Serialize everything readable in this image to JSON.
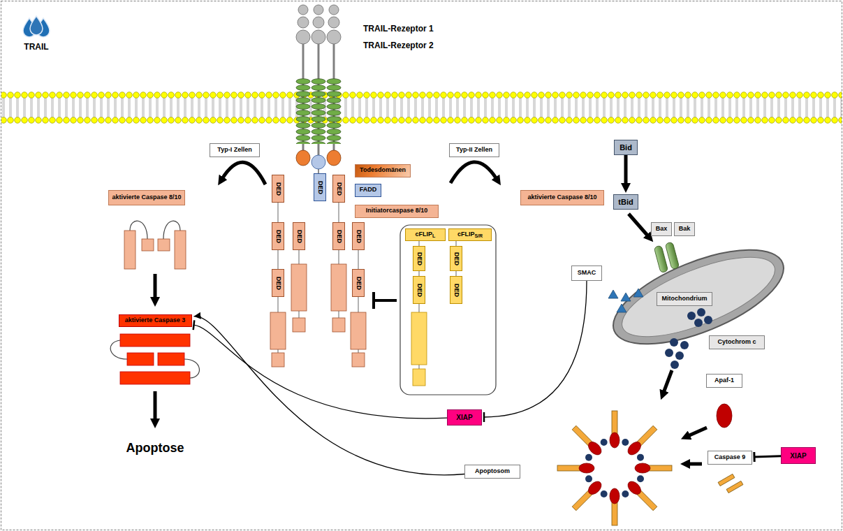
{
  "diagram": {
    "nodes": [
      {
        "text": [
          "Typ-I Zellen"
        ]
      },
      {
        "text": [
          "aktivierte Caspase 8/10"
        ]
      },
      {
        "text": [
          "aktivierte Caspase 3"
        ]
      },
      {
        "text": [
          "DED"
        ]
      },
      {
        "text": [
          "DED"
        ]
      },
      {
        "text": [
          "DED"
        ]
      },
      {
        "text": [
          "DED"
        ]
      },
      {
        "text": [
          "DED"
        ]
      },
      {
        "text": [
          "DED"
        ]
      },
      {
        "text": [
          "DED"
        ]
      },
      {
        "text": [
          "DED"
        ]
      },
      {
        "text": [
          "DED"
        ]
      },
      {
        "text": [
          "Todesdomänen"
        ]
      },
      {
        "text": [
          "FADD"
        ]
      },
      {
        "text": [
          "Initiatorcaspase 8/10"
        ]
      },
      {
        "text": [
          "cFLIP",
          "L"
        ]
      },
      {
        "text": [
          "cFLIP",
          "S/R"
        ]
      },
      {
        "text": [
          "DED"
        ]
      },
      {
        "text": [
          "DED"
        ]
      },
      {
        "text": [
          "DED"
        ]
      },
      {
        "text": [
          "DED"
        ]
      },
      {
        "text": [
          "Typ-II Zellen"
        ]
      },
      {
        "text": [
          "aktivierte Caspase 8/10"
        ]
      },
      {
        "text": [
          "Bid"
        ]
      },
      {
        "text": [
          "tBid"
        ]
      },
      {
        "text": [
          "Bax"
        ]
      },
      {
        "text": [
          "Bak"
        ]
      },
      {
        "text": [
          "SMAC"
        ]
      },
      {
        "text": [
          "Mitochondrium"
        ]
      },
      {
        "text": [
          "Cytochrom c"
        ]
      },
      {
        "text": [
          "Apaf-1"
        ]
      },
      {
        "text": [
          "XIAP"
        ]
      },
      {
        "text": [
          "Caspase 9"
        ]
      },
      {
        "text": [
          "XIAP"
        ]
      },
      {
        "text": [
          "Apoptosom"
        ]
      }
    ],
    "edges": [
      {
        "from": 23,
        "to": 24,
        "arrow": "to"
      },
      {
        "from": 27,
        "to": 31,
        "arrow": "to"
      },
      {
        "from": 31,
        "to": 2,
        "arrow": "to"
      },
      {
        "from": 34,
        "to": 2,
        "arrow": "to"
      },
      {
        "from": 33,
        "to": 32,
        "arrow": "to"
      }
    ],
    "labels": [
      "TRAIL",
      "TRAIL-Rezeptor 1",
      "TRAIL-Rezeptor 2",
      "Apoptose"
    ]
  }
}
